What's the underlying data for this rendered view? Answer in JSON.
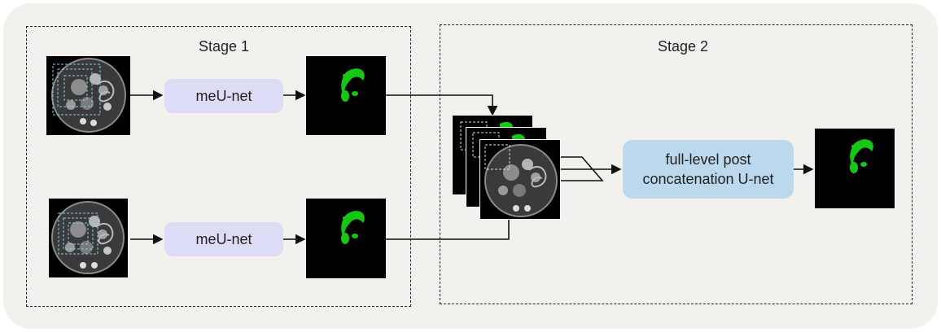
{
  "stages": [
    {
      "title": "Stage 1"
    },
    {
      "title": "Stage 2"
    }
  ],
  "nodes": {
    "meunet_top": "meU-net",
    "meunet_bottom": "meU-net",
    "fusion_line1": "full-level post",
    "fusion_line2": "concatenation U-net"
  },
  "colors": {
    "background": "#f2f1ee",
    "meunet_fill": "#dcdcf6",
    "fusion_fill": "#bcd8ec",
    "segmentation": "#14c814",
    "crop_box": "#7fd0dc"
  }
}
